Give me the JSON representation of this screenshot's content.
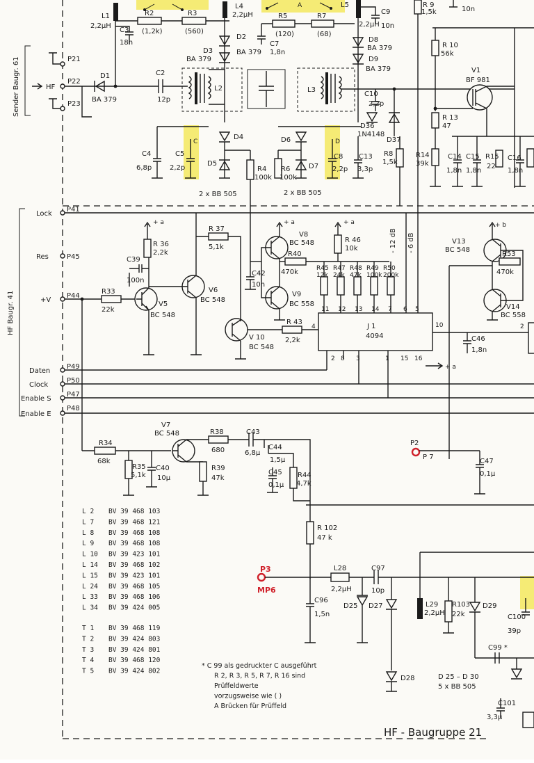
{
  "sheet": {
    "title": "HF - Baugruppe 21",
    "side_labels": {
      "sender": "Sender Baugr. 61",
      "hf": "HF Baugr. 41"
    },
    "hf_input": "HF"
  },
  "pins": [
    {
      "id": "P21"
    },
    {
      "id": "P22"
    },
    {
      "id": "P23"
    },
    {
      "id": "P41",
      "signal": "Lock"
    },
    {
      "id": "P45",
      "signal": "Res"
    },
    {
      "id": "P44",
      "signal": "+V"
    },
    {
      "id": "P49",
      "signal": "Daten"
    },
    {
      "id": "P50",
      "signal": "Clock"
    },
    {
      "id": "P47",
      "signal": "Enable S"
    },
    {
      "id": "P48",
      "signal": "Enable E"
    }
  ],
  "components": {
    "L1": {
      "name": "L1",
      "value": "2,2µH"
    },
    "L4": {
      "name": "L4",
      "value": "2,2µH"
    },
    "L5": {
      "name": "L5",
      "value": "2,2µH"
    },
    "L2": {
      "name": "L2"
    },
    "L3": {
      "name": "L3"
    },
    "L28": {
      "name": "L28",
      "value": "2,2µH"
    },
    "L29": {
      "name": "L29",
      "value": "2,2µH"
    },
    "C3": {
      "name": "C3",
      "value": "18n"
    },
    "C2": {
      "name": "C2",
      "value": "12p"
    },
    "C4": {
      "name": "C4",
      "value": "6,8p"
    },
    "C5": {
      "name": "C5",
      "value": "2,2p"
    },
    "C7": {
      "name": "C7",
      "value": "1,8n"
    },
    "C8": {
      "name": "C8",
      "value": "2,2p"
    },
    "C9": {
      "name": "C9",
      "value": "10n"
    },
    "C10": {
      "name": "C10",
      "value": "2,2p"
    },
    "C13": {
      "name": "C13",
      "value": "3,3p"
    },
    "C14": {
      "name": "C14",
      "value": "1,8n"
    },
    "C15": {
      "name": "C15",
      "value": "1,8n"
    },
    "C16": {
      "name": "C16",
      "value": "1,8n"
    },
    "C39": {
      "name": "C39",
      "value": "100n"
    },
    "C42": {
      "name": "C42",
      "value": "10n"
    },
    "C46": {
      "name": "C46",
      "value": "1,8n"
    },
    "C40": {
      "name": "C40",
      "value": "10µ"
    },
    "C43": {
      "name": "C43",
      "value": "6,8µ"
    },
    "C44": {
      "name": "C44",
      "value": "1,5µ"
    },
    "C45": {
      "name": "C45",
      "value": "0,1µ"
    },
    "C47": {
      "name": "C47",
      "value": "0,1µ"
    },
    "C96": {
      "name": "C96",
      "value": "1,5n"
    },
    "C97": {
      "name": "C97",
      "value": "10p"
    },
    "C99": {
      "name": "C99 *"
    },
    "C100": {
      "name": "C100",
      "value": "39p"
    },
    "C101": {
      "name": "C101",
      "value": "3,3µ"
    },
    "R2": {
      "name": "R2",
      "value": "(1,2k)"
    },
    "R3": {
      "name": "R3",
      "value": "(560)"
    },
    "R5": {
      "name": "R5",
      "value": "(120)"
    },
    "R7": {
      "name": "R7",
      "value": "(68)"
    },
    "R4": {
      "name": "R4",
      "value": "100k"
    },
    "R6": {
      "name": "R6",
      "value": "100k"
    },
    "R8": {
      "name": "R8",
      "value": "1,5k"
    },
    "R9": {
      "name": "R 9",
      "value": "1,5k"
    },
    "R10": {
      "name": "R 10",
      "value": "56k"
    },
    "R13": {
      "name": "R 13",
      "value": "47"
    },
    "R14": {
      "name": "R14",
      "value": "39k"
    },
    "R15": {
      "name": "R15",
      "value": "22"
    },
    "R33": {
      "name": "R33",
      "value": "22k"
    },
    "R34": {
      "name": "R34",
      "value": "68k"
    },
    "R35": {
      "name": "R35",
      "value": "5,1k"
    },
    "R36": {
      "name": "R 36",
      "value": "2,2k"
    },
    "R37": {
      "name": "R 37",
      "value": "5,1k"
    },
    "R38": {
      "name": "R38",
      "value": "680"
    },
    "R39": {
      "name": "R39",
      "value": "47k"
    },
    "R40": {
      "name": "R40",
      "value": "470k"
    },
    "R43": {
      "name": "R 43",
      "value": "2,2k"
    },
    "R44": {
      "name": "R44",
      "value": "4,7k"
    },
    "R46": {
      "name": "R 46",
      "value": "10k"
    },
    "R53": {
      "name": "R53",
      "value": "470k"
    },
    "R102": {
      "name": "R 102",
      "value": "47 k"
    },
    "R103": {
      "name": "R103",
      "value": "22k"
    },
    "D1": {
      "name": "D1",
      "value": "BA 379"
    },
    "D2": {
      "name": "D2",
      "value": "BA 379"
    },
    "D3": {
      "name": "D3",
      "value": "BA 379"
    },
    "D8": {
      "name": "D8",
      "value": "BA 379"
    },
    "D9": {
      "name": "D9",
      "value": "BA 379"
    },
    "D36": {
      "name": "D36",
      "value": "1N4148"
    },
    "D37": {
      "name": "D37"
    },
    "D4": {
      "name": "D4"
    },
    "D5": {
      "name": "D5"
    },
    "D6": {
      "name": "D6"
    },
    "D7": {
      "name": "D7"
    },
    "D25": {
      "name": "D25"
    },
    "D27": {
      "name": "D27"
    },
    "D28": {
      "name": "D28"
    },
    "D29": {
      "name": "D29"
    },
    "V1": {
      "name": "V1",
      "value": "BF 981"
    },
    "V5": {
      "name": "V5",
      "value": "BC 548"
    },
    "V6": {
      "name": "V6",
      "value": "BC 548"
    },
    "V7": {
      "name": "V7",
      "value": "BC 548"
    },
    "V8": {
      "name": "V8",
      "value": "BC 548"
    },
    "V9": {
      "name": "V9",
      "value": "BC 558"
    },
    "V10": {
      "name": "V 10",
      "value": "BC 548"
    },
    "V13": {
      "name": "V13",
      "value": "BC 548"
    },
    "V14": {
      "name": "V14",
      "value": "BC 558"
    },
    "J1": {
      "name": "J 1",
      "value": "4094"
    }
  },
  "captions": {
    "bb505_left": "2 x BB 505",
    "bb505_right": "2 x BB 505",
    "d25_d30": "D 25 – D 30",
    "bb505_5x": "5 x BB 505",
    "db12": "- 12 dB",
    "db6": "- 6 dB",
    "bridge_a": "A",
    "bridge_c": "C",
    "bridge_d": "D",
    "supply_a": "+ a",
    "supply_b": "+ b"
  },
  "r_ladder": [
    {
      "name": "R45",
      "value": "12k"
    },
    {
      "name": "R47",
      "value": "24k"
    },
    {
      "name": "R48",
      "value": "47k"
    },
    {
      "name": "R49",
      "value": "100k"
    },
    {
      "name": "R50",
      "value": "200k"
    }
  ],
  "ic_pins": {
    "top": [
      "11",
      "12",
      "13",
      "14",
      "7",
      "6",
      "5"
    ],
    "bottom": [
      "2",
      "8",
      "3",
      "1",
      "15",
      "16"
    ],
    "left": "4",
    "right": "10",
    "far_right": "2"
  },
  "test_points": [
    {
      "id": "P2",
      "label": "P 7"
    },
    {
      "id": "P3",
      "label": "MP6"
    }
  ],
  "parts_list": [
    {
      "part": "L 2",
      "code": "BV  39 468 103"
    },
    {
      "part": "L 7",
      "code": "BV  39 468 121"
    },
    {
      "part": "L 8",
      "code": "BV  39 468 108"
    },
    {
      "part": "L 9",
      "code": "BV  39 468 108"
    },
    {
      "part": "L 10",
      "code": "BV  39 423 101"
    },
    {
      "part": "L 14",
      "code": "BV  39 468 102"
    },
    {
      "part": "L 15",
      "code": "BV  39 423 101"
    },
    {
      "part": "L 24",
      "code": "BV  39 468 105"
    },
    {
      "part": "L 33",
      "code": "BV  39 468 106"
    },
    {
      "part": "L 34",
      "code": "BV  39 424 005"
    },
    {
      "part": "T 1",
      "code": "BV  39 468 119"
    },
    {
      "part": "T 2",
      "code": "BV  39 424 803"
    },
    {
      "part": "T 3",
      "code": "BV  39 424 801"
    },
    {
      "part": "T 4",
      "code": "BV  39 468 120"
    },
    {
      "part": "T 5",
      "code": "BV  39 424 802"
    }
  ],
  "notes": [
    "* C 99 als  gedruckter C ausgeführt",
    "R 2, R 3, R 5, R 7, R 16  sind",
    "Prüffeldwerte",
    "vorzugsweise wie (   )",
    "A  Brücken  für Prüffeld"
  ]
}
